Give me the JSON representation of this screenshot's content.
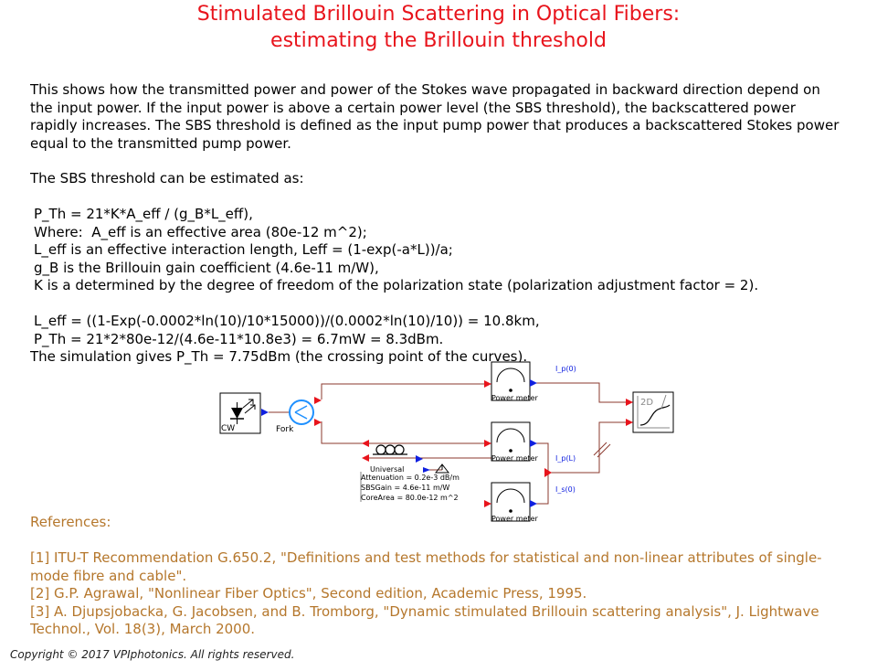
{
  "title": {
    "line1": "Stimulated Brillouin Scattering in Optical Fibers:",
    "line2": "estimating the Brillouin threshold"
  },
  "description": {
    "paragraph1": "This shows how the transmitted power and power of the Stokes wave propagated in backward direction depend on the input power. If the input power is above a certain power level (the SBS threshold), the backscattered power rapidly increases. The SBS threshold is defined as the input pump power that produces a backscattered Stokes power equal to the transmitted pump power.",
    "paragraph2": "The SBS threshold can be estimated as:"
  },
  "equations": {
    "line1": "P_Th = 21*K*A_eff / (g_B*L_eff),",
    "line2": "Where:  A_eff is an effective area (80e-12 m^2);",
    "line3": "L_eff is an effective interaction length, Leff = (1-exp(-a*L))/a;",
    "line4": "g_B is the Brillouin gain coefficient (4.6e-11 m/W),",
    "line5": "K is a determined by the degree of freedom of the polarization state (polarization adjustment factor = 2).",
    "line6": "L_eff = ((1-Exp(-0.0002*ln(10)/10*15000))/(0.0002*ln(10)/10)) = 10.8km,",
    "line7": "P_Th = 21*2*80e-12/(4.6e-11*10.8e3) = 6.7mW = 8.3dBm."
  },
  "simulation_note": "The simulation gives P_Th = 7.75dBm (the crossing point of the curves).",
  "schematic": {
    "source_label": "CW",
    "fork_label": "Fork",
    "meter1_label": "Power meter",
    "meter2_label": "Power meter",
    "meter3_label": "Power meter",
    "out1_label": "I_p(0)",
    "out2_label": "I_p(L)",
    "out3_label": "I_s(0)",
    "fiber_title": "Universal",
    "fiber_param1": "Attenuation = 0.2e-3 dB/m",
    "fiber_param2": "SBSGain = 4.6e-11 m/W",
    "fiber_param3": "CoreArea = 80.0e-12 m^2",
    "viewer_label": "2D",
    "colors": {
      "wire": "#8b3a2e",
      "in_port": "#e8141c",
      "out_port": "#1020e0",
      "fork": "#1e90ff"
    }
  },
  "references": {
    "heading": "References:",
    "ref1": "[1] ITU-T Recommendation G.650.2, \"Definitions and test methods for statistical and non-linear attributes of single-mode fibre and cable\".",
    "ref2": "[2] G.P. Agrawal, \"Nonlinear Fiber Optics\", Second edition, Academic Press, 1995.",
    "ref3": "[3] A. Djupsjobacka, G. Jacobsen, and B. Tromborg, \"Dynamic stimulated Brillouin scattering analysis\", J. Lightwave Technol., Vol. 18(3), March 2000."
  },
  "copyright": "Copyright © 2017 VPIphotonics. All rights reserved."
}
